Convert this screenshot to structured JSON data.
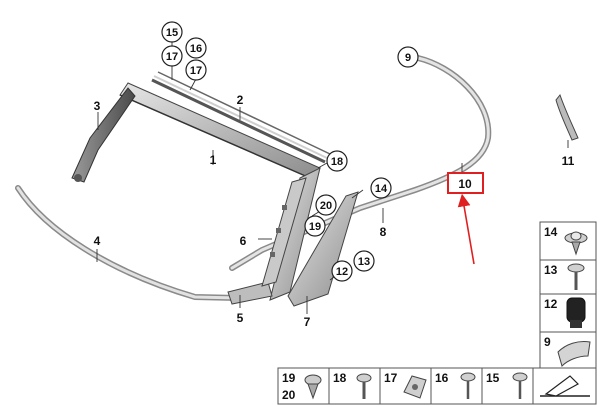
{
  "callouts": {
    "c1": "1",
    "c2": "2",
    "c3": "3",
    "c4": "4",
    "c5": "5",
    "c6": "6",
    "c7": "7",
    "c8": "8",
    "c9": "9",
    "c10": "10",
    "c11": "11",
    "c12": "12",
    "c13": "13",
    "c14": "14",
    "c15": "15",
    "c16": "16",
    "c17a": "17",
    "c17b": "17",
    "c18": "18",
    "c19": "19",
    "c20": "20"
  },
  "legend": {
    "right_column": [
      {
        "label": "14",
        "icon": "clip-icon"
      },
      {
        "label": "13",
        "icon": "screw-icon"
      },
      {
        "label": "12",
        "icon": "grommet-icon"
      },
      {
        "label": "9",
        "icon": "trim-piece-icon"
      }
    ],
    "bottom_row": [
      {
        "label": "19",
        "label2": "20",
        "icon": "clip-icon"
      },
      {
        "label": "18",
        "icon": "screw-icon"
      },
      {
        "label": "17",
        "icon": "nut-clip-icon"
      },
      {
        "label": "16",
        "icon": "screw-icon"
      },
      {
        "label": "15",
        "icon": "screw-icon"
      },
      {
        "label": "",
        "icon": "trim-piece-icon"
      }
    ]
  },
  "highlight": {
    "color": "#e02020",
    "target": "10"
  }
}
